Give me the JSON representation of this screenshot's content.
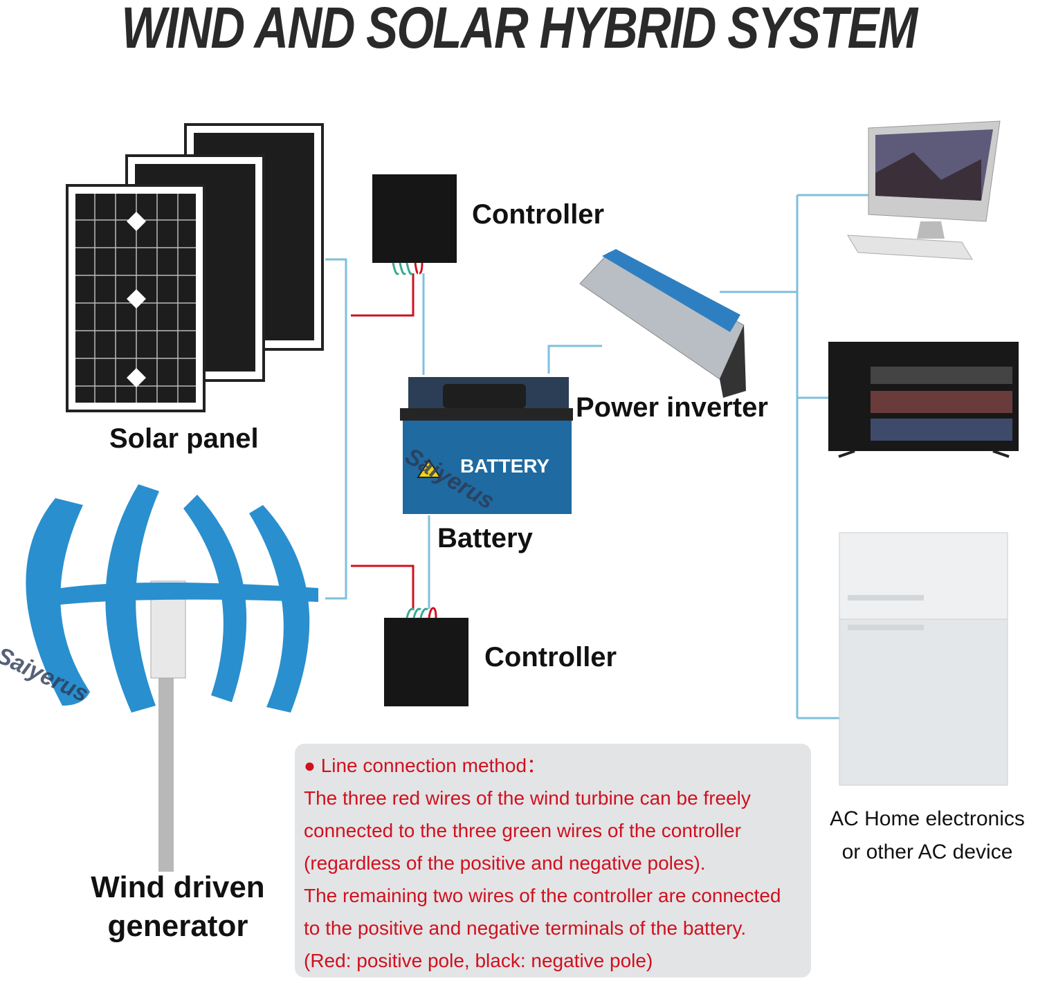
{
  "title": "WIND AND SOLAR HYBRID SYSTEM",
  "components": {
    "solar_panel": "Solar panel",
    "controller_top": "Controller",
    "power_inverter": "Power inverter",
    "battery": "Battery",
    "battery_case_text": "BATTERY",
    "controller_bottom": "Controller",
    "wind_generator": [
      "Wind driven",
      "generator"
    ],
    "ac_devices": [
      "AC Home electronics",
      "or other AC device"
    ]
  },
  "watermark": "Saiyerus",
  "note": {
    "heading": "● Line connection method：",
    "lines": [
      "The three red wires of the wind turbine can be freely",
      "connected to the three green wires of the controller",
      "(regardless of the positive and negative poles).",
      "The remaining two wires of the controller are connected",
      "to the positive and negative terminals of the battery.",
      "(Red: positive pole, black: negative pole)"
    ]
  },
  "colors": {
    "dc_wire": "#d0101e",
    "ac_wire": "#7fbfdc",
    "note_text": "#d0101e",
    "note_bg": "#e3e4e6",
    "turbine_blue": "#2a8fce"
  }
}
